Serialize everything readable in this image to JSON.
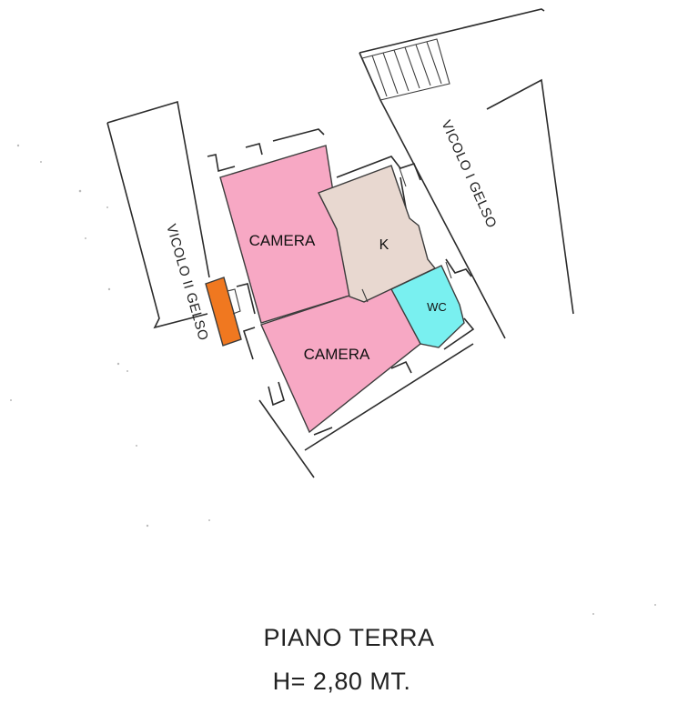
{
  "rooms": {
    "camera_top": {
      "label": "CAMERA",
      "color": "#f7a8c4"
    },
    "camera_bottom": {
      "label": "CAMERA",
      "color": "#f7a8c4"
    },
    "kitchen": {
      "label": "K",
      "color": "#e8d8d0"
    },
    "wc": {
      "label": "WC",
      "color": "#79f0f0"
    }
  },
  "entrance": {
    "color": "#f07820"
  },
  "streets": {
    "vicolo_ii": "VICOLO II GELSO",
    "vicolo_i": "VICOLO I GELSO"
  },
  "caption": {
    "title": "PIANO TERRA",
    "height": "H= 2,80 MT."
  }
}
